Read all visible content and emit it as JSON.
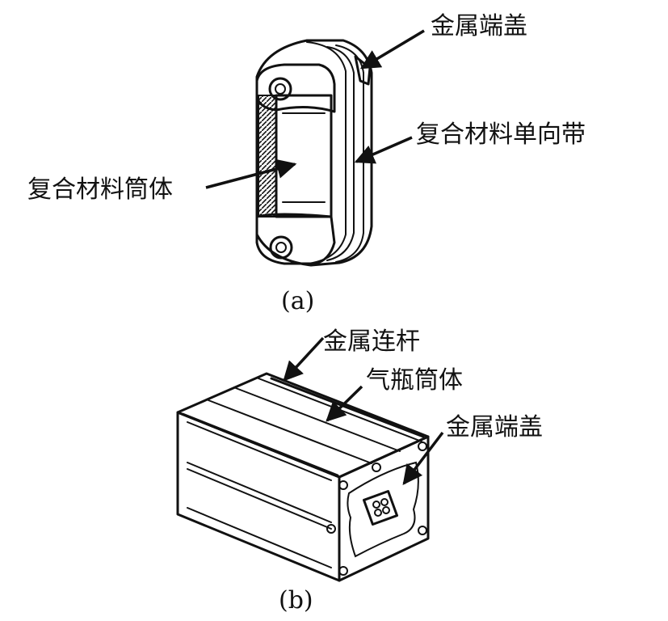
{
  "figure_a": {
    "labels": {
      "end_cap": "金属端盖",
      "unidirectional_tape": "复合材料单向带",
      "cylinder": "复合材料筒体"
    },
    "caption": "(a)"
  },
  "figure_b": {
    "labels": {
      "tie_rod": "金属连杆",
      "bottle_body": "气瓶筒体",
      "end_cap": "金属端盖"
    },
    "caption": "(b)"
  }
}
